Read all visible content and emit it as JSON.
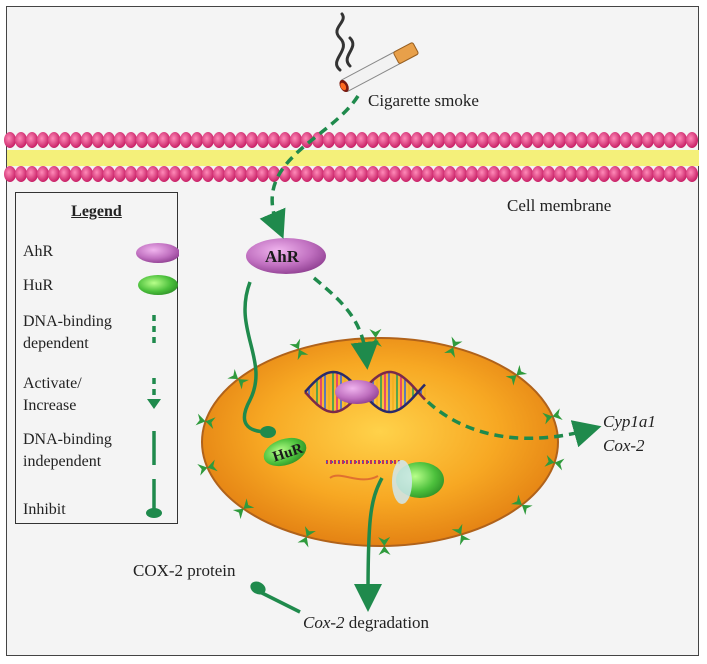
{
  "labels": {
    "cigarette_smoke": "Cigarette smoke",
    "cell_membrane": "Cell membrane",
    "ahr": "AhR",
    "hur": "HuR",
    "cyp1a1": "Cyp1a1",
    "cox2_gene": "Cox-2",
    "cox2_protein": "COX-2 protein",
    "cox2_degradation_italic": "Cox-2",
    "cox2_degradation_rest": " degradation"
  },
  "legend": {
    "title": "Legend",
    "items": [
      {
        "label": "AhR",
        "symbol": "ahr-shape"
      },
      {
        "label": "HuR",
        "symbol": "hur-shape"
      },
      {
        "label": "DNA-binding dependent",
        "line1": "DNA-binding",
        "line2": "dependent",
        "symbol": "dashed-line"
      },
      {
        "label": "Activate/ Increase",
        "line1": "Activate/",
        "line2": "Increase",
        "symbol": "dashed-arrow"
      },
      {
        "label": "DNA-binding independent",
        "line1": "DNA-binding",
        "line2": "independent",
        "symbol": "solid-line"
      },
      {
        "label": "Inhibit",
        "symbol": "blunt-line"
      }
    ]
  },
  "colors": {
    "arrow_green": "#1f8a4c",
    "ahr_purple": "#b466b4",
    "membrane_pink": "#d81b6a",
    "membrane_yellow": "#f4f07a",
    "nucleus_orange": "#f4a41e",
    "pore_green": "#2f9a3c"
  }
}
